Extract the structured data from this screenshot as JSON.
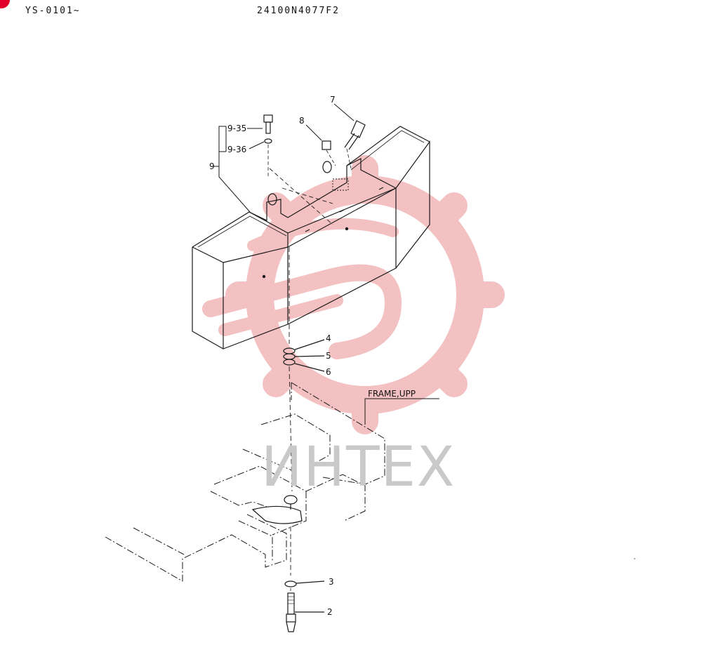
{
  "header": {
    "serial_range": "YS-0101~",
    "part_number": "24100N4077F2"
  },
  "colors": {
    "line": "#1a1a1a",
    "watermark_red": "#f3c1c1",
    "watermark_text": "#c9c9c9",
    "corner_mark": "#e0002a"
  },
  "watermark": {
    "text": "ИНТЕХ"
  },
  "callouts": {
    "c2": "2",
    "c3": "3",
    "c4": "4",
    "c5": "5",
    "c6": "6",
    "c7": "7",
    "c8": "8",
    "c9": "9",
    "c9_35": "9-35",
    "c9_36": "9-36"
  },
  "frame_label": "FRAME,UPP"
}
